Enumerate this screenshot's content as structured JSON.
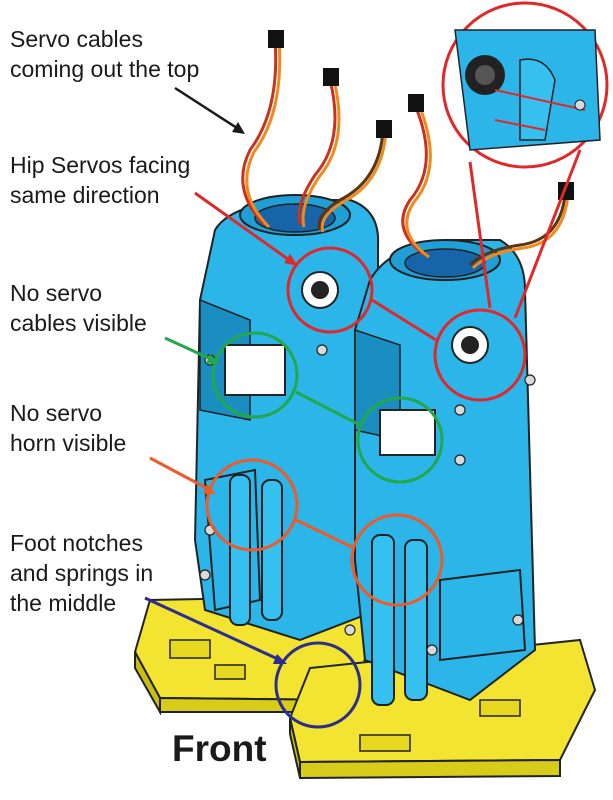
{
  "labels": {
    "servo_cables": [
      "Servo cables",
      "coming out the top"
    ],
    "hip_servos": [
      "Hip Servos facing",
      "same direction"
    ],
    "no_cables": [
      "No servo",
      "cables visible"
    ],
    "no_horn": [
      "No servo",
      "horn visible"
    ],
    "foot_notches": [
      "Foot notches",
      "and springs in",
      "the middle"
    ]
  },
  "caption": "Front",
  "colors": {
    "robot_body": "#2bb5e8",
    "robot_shade": "#1a8ec0",
    "feet": "#f2e430",
    "feet_shade": "#c9bd12",
    "callout_red": "#e0282b",
    "callout_green": "#22a84a",
    "callout_orange": "#ee5a28",
    "callout_navy": "#2b2d8f",
    "arrow_black": "#1a1a1a",
    "cable_orange": "#f08a1c",
    "cable_red": "#c8321e",
    "cable_brown": "#5a3413"
  }
}
